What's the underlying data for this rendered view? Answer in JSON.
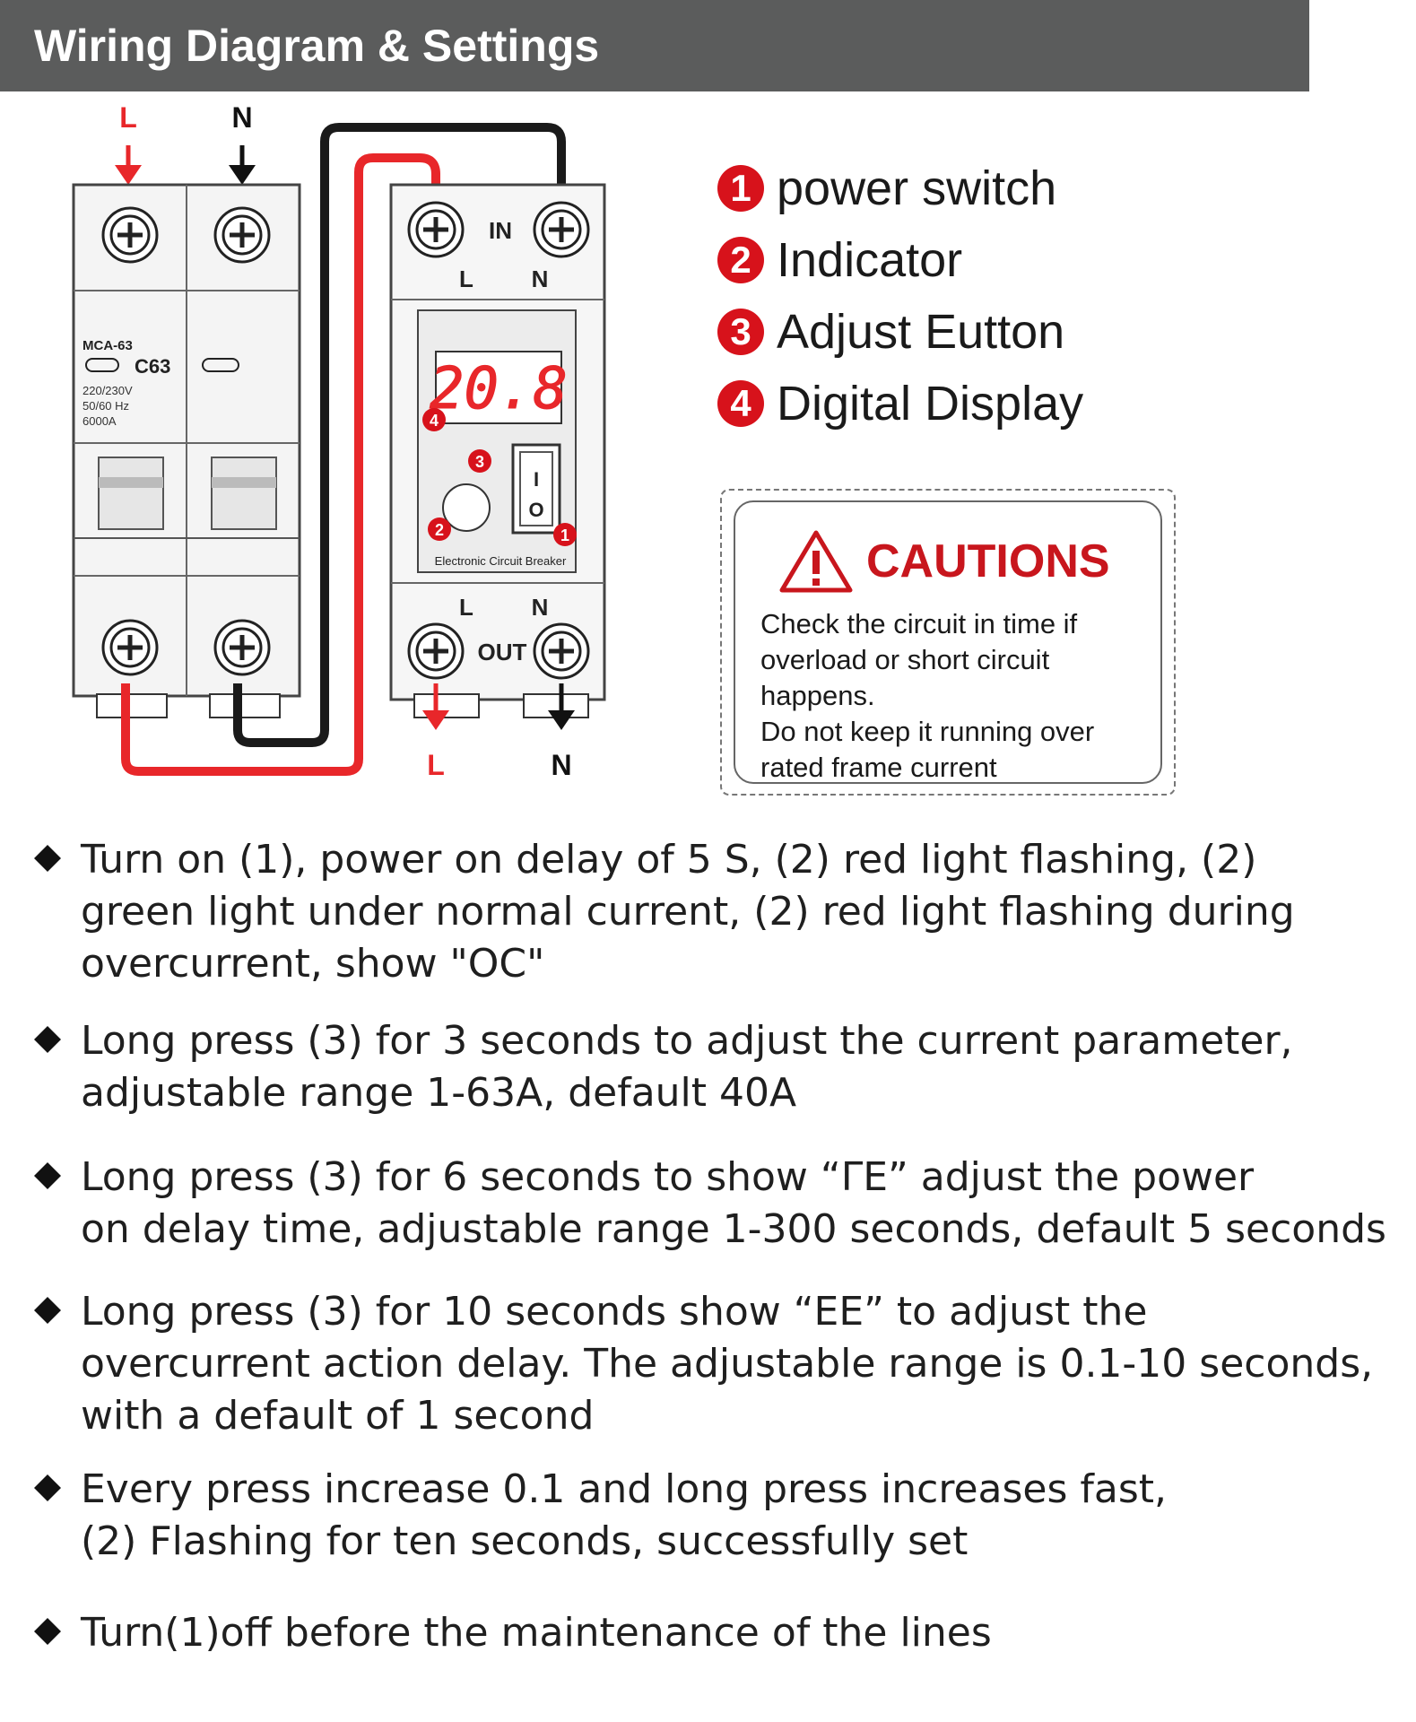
{
  "header": {
    "title": "Wiring Diagram & Settings"
  },
  "diagram": {
    "input_labels": {
      "live": "L",
      "neutral": "N"
    },
    "mcb": {
      "model": "MCA-63",
      "rating": "C63",
      "voltage": "220/230V",
      "frequency": "50/60 Hz",
      "breaking_capacity": "6000A"
    },
    "protector": {
      "in_label": "IN",
      "in_l": "L",
      "in_n": "N",
      "display_value": "20.8",
      "switch_on": "I",
      "switch_off": "O",
      "device_name": "Electronic Circuit Breaker",
      "out_label": "OUT",
      "out_l": "L",
      "out_n": "N",
      "markers": [
        "1",
        "2",
        "3",
        "4"
      ]
    },
    "output_labels": {
      "live": "L",
      "neutral": "N"
    },
    "colors": {
      "live_wire": "#e8272a",
      "neutral_wire": "#1a1a1a",
      "marker": "#d7121b"
    }
  },
  "legend": [
    {
      "number": "1",
      "label": "power switch"
    },
    {
      "number": "2",
      "label": "Indicator"
    },
    {
      "number": "3",
      "label": "Adjust Eutton"
    },
    {
      "number": "4",
      "label": "Digital Display"
    }
  ],
  "caution": {
    "title": "CAUTIONS",
    "lines": [
      "Check the circuit in time if",
      "overload or short circuit",
      "happens.",
      "Do not keep it running over",
      "rated frame current"
    ]
  },
  "instructions": [
    {
      "lines": [
        "Turn on (1), power on delay of 5 S, (2) red light flashing,   (2)",
        "green light under normal current,   (2)  red light flashing during",
        " overcurrent, show \"OC\""
      ]
    },
    {
      "lines": [
        "Long press (3) for 3 seconds to adjust the current parameter,",
        "adjustable range 1-63A, default 40A"
      ]
    },
    {
      "lines": [
        "Long press (3) for 6 seconds to show  “ΓE”  adjust the power",
        "on delay time, adjustable range 1-300 seconds, default 5 seconds"
      ]
    },
    {
      "lines": [
        "Long press (3) for 10 seconds show  “EE”  to adjust the",
        "overcurrent action delay. The adjustable range is 0.1-10 seconds,",
        "with a default of 1 second"
      ]
    },
    {
      "lines": [
        "Every press increase 0.1 and long press increases fast,",
        "(2) Flashing for ten seconds, successfully set"
      ]
    },
    {
      "lines": [
        "Turn(1)off before the maintenance of the lines"
      ]
    }
  ]
}
